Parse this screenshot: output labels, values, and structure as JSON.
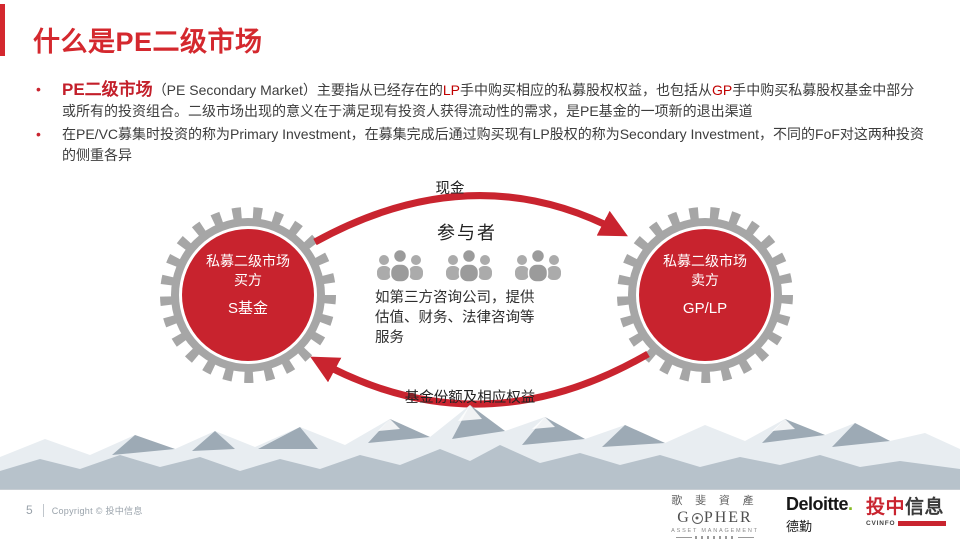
{
  "slide": {
    "title": "什么是PE二级市场",
    "page_number": "5",
    "copyright": "Copyright © 投中信息",
    "bullet_char": "•"
  },
  "bullets": {
    "b1": {
      "lead": "PE二级市场",
      "s1": "（PE Secondary Market）主要指从已经存在的",
      "lp": "LP",
      "s2": "手中购买相应的私募股权权益，也包括从",
      "gp": "GP",
      "s3": "手中购买私募股权基金中部分或所有的投资组合。二级市场出现的意义在于满足现有投资人获得流动性的需求，是PE基金的一项新的退出渠道"
    },
    "b2": "在PE/VC募集时投资的称为Primary Investment，在募集完成后通过购买现有LP股权的称为Secondary Investment，不同的FoF对这两种投资的侧重各异"
  },
  "diagram": {
    "left_gear": {
      "line1": "私募二级市场",
      "line2": "买方",
      "line3": "S基金"
    },
    "right_gear": {
      "line1": "私募二级市场",
      "line2": "卖方",
      "line3": "GP/LP"
    },
    "top_arrow_label": "现金",
    "bottom_arrow_label": "基金份额及相应权益",
    "center_title": "参与者",
    "center_desc_line1": "如第三方咨询公司，提供",
    "center_desc_line2": "估值、财务、法律咨询等",
    "center_desc_line3": "服务"
  },
  "logos": {
    "gopher": {
      "cn": "歌 斐 資 產",
      "en_g": "G",
      "en_rest": "PHER",
      "sub": "ASSET MANAGEMENT"
    },
    "deloitte": {
      "en": "Deloitte",
      "dot": ".",
      "cn": "德勤"
    },
    "cvinfo": {
      "cn_red": "投中",
      "cn_dark": "信息",
      "en": "CVINFO"
    }
  },
  "colors": {
    "accent_red": "#c9242f",
    "title_red": "#d4282e",
    "keyword_red": "#c00000",
    "gear_gray": "#a6a6a6",
    "people_gray": "#a6a6a6",
    "deloitte_green": "#86bc25"
  }
}
